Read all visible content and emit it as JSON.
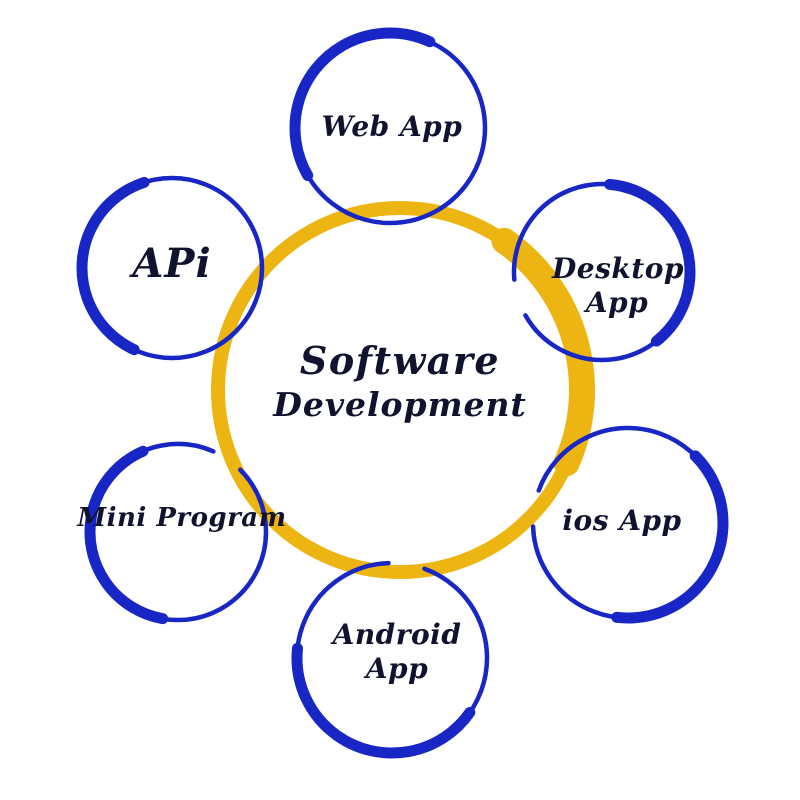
{
  "diagram": {
    "title": {
      "line1": "Software",
      "line2": "Development"
    },
    "nodes": [
      {
        "id": "web-app",
        "label": "Web App"
      },
      {
        "id": "desktop-app",
        "label": "Desktop App"
      },
      {
        "id": "ios-app",
        "label": "ios App"
      },
      {
        "id": "android-app",
        "label": "Android App"
      },
      {
        "id": "mini-program",
        "label": "Mini Program"
      },
      {
        "id": "api",
        "label": "APi"
      }
    ],
    "colors": {
      "ring": "#EDB512",
      "node_stroke": "#1726c4",
      "text": "#10122e"
    }
  }
}
